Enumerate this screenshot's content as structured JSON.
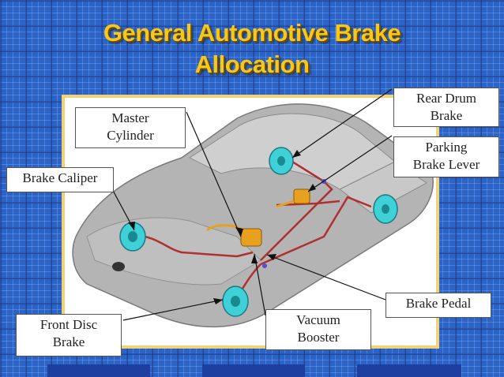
{
  "slide": {
    "title": "General Automotive Brake\nAllocation"
  },
  "labels": {
    "master_cylinder": "Master\nCylinder",
    "rear_drum_brake": "Rear Drum\nBrake",
    "parking_brake_lever": "Parking\nBrake Lever",
    "brake_caliper": "Brake Caliper",
    "brake_pedal": "Brake Pedal",
    "vacuum_booster": "Vacuum\nBooster",
    "front_disc_brake": "Front Disc\nBrake"
  },
  "colors": {
    "title": "#f7c71a",
    "background": "#2b63c6",
    "frame_border": "#f0d27a",
    "car_body": "#a8a8a8",
    "brake_component": "#3fd0d8",
    "brake_line": "#b03030",
    "booster": "#e8a020"
  }
}
